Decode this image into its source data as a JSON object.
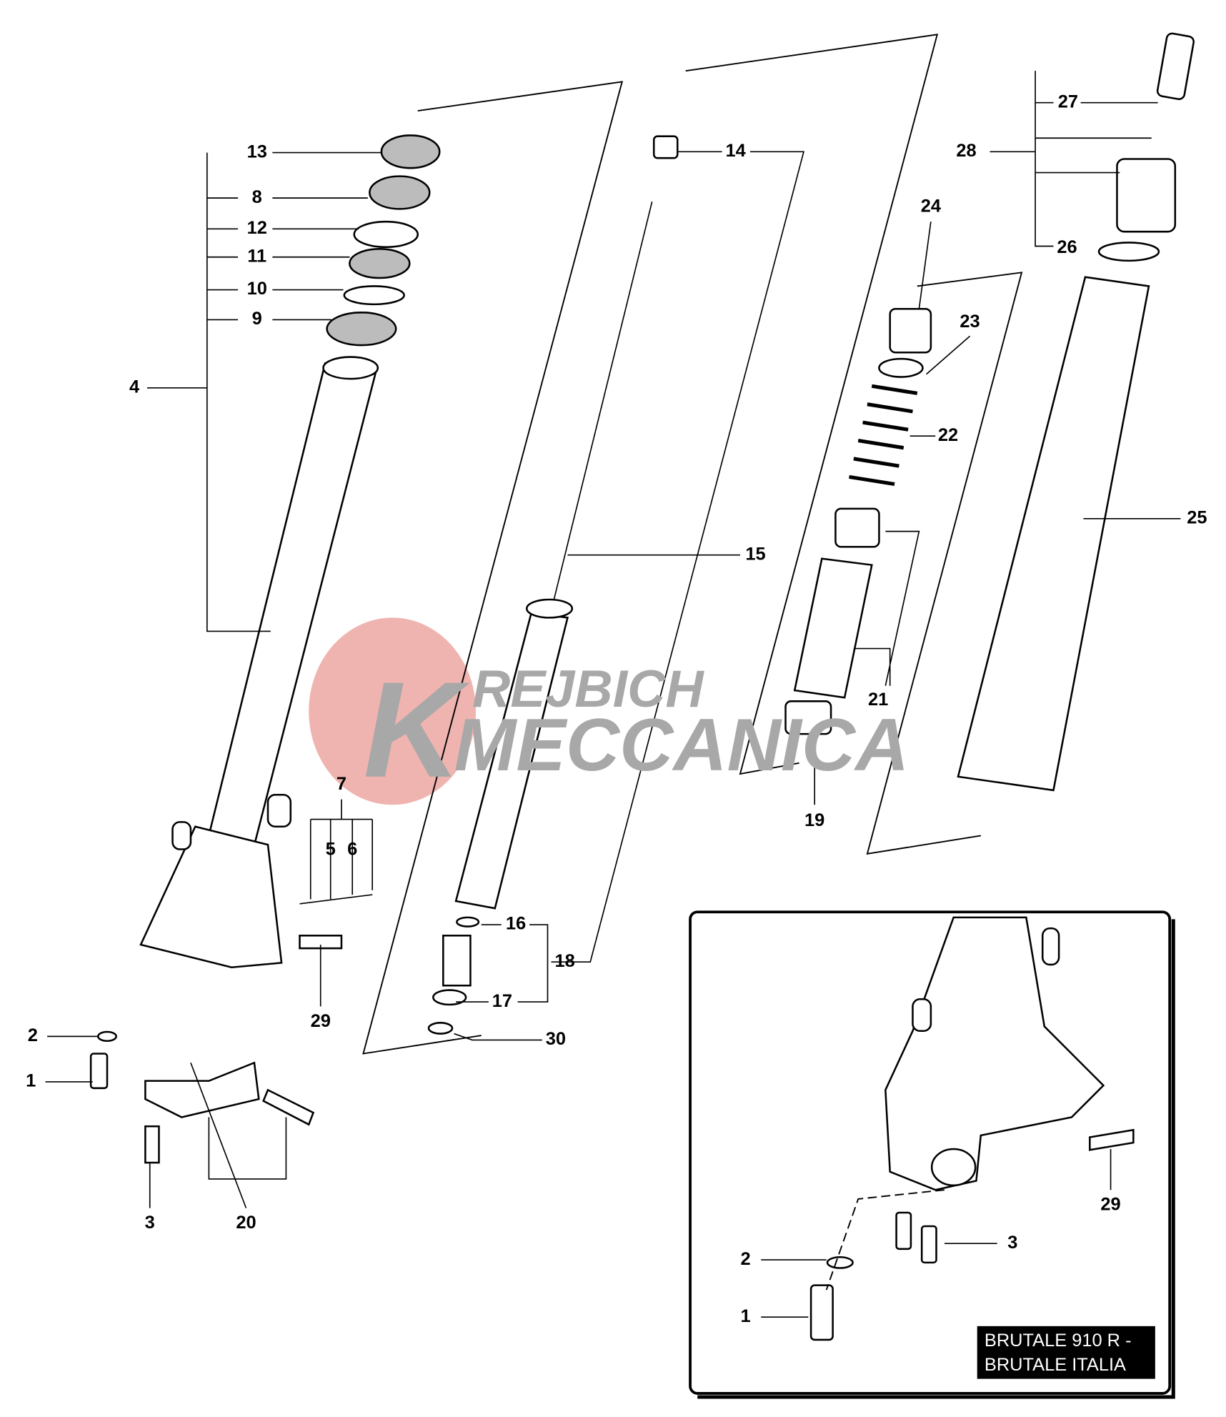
{
  "diagram": {
    "title": "Front fork exploded view",
    "callouts": [
      "13",
      "8",
      "12",
      "11",
      "10",
      "9",
      "4",
      "14",
      "15",
      "24",
      "23",
      "22",
      "25",
      "21",
      "19",
      "27",
      "28",
      "26",
      "7",
      "5",
      "6",
      "29",
      "16",
      "18",
      "17",
      "30",
      "2",
      "1",
      "3",
      "20"
    ],
    "inset_callouts": [
      "29",
      "3",
      "2",
      "1"
    ],
    "inset_caption_line1": "BRUTALE 910 R -",
    "inset_caption_line2": "BRUTALE ITALIA",
    "watermark_line1": "REJBICH",
    "watermark_line2": "MECCANICA",
    "watermark_letter": "K",
    "colors": {
      "watermark_circle": "#f0b4b0",
      "watermark_text": "#a8a8a8"
    }
  }
}
